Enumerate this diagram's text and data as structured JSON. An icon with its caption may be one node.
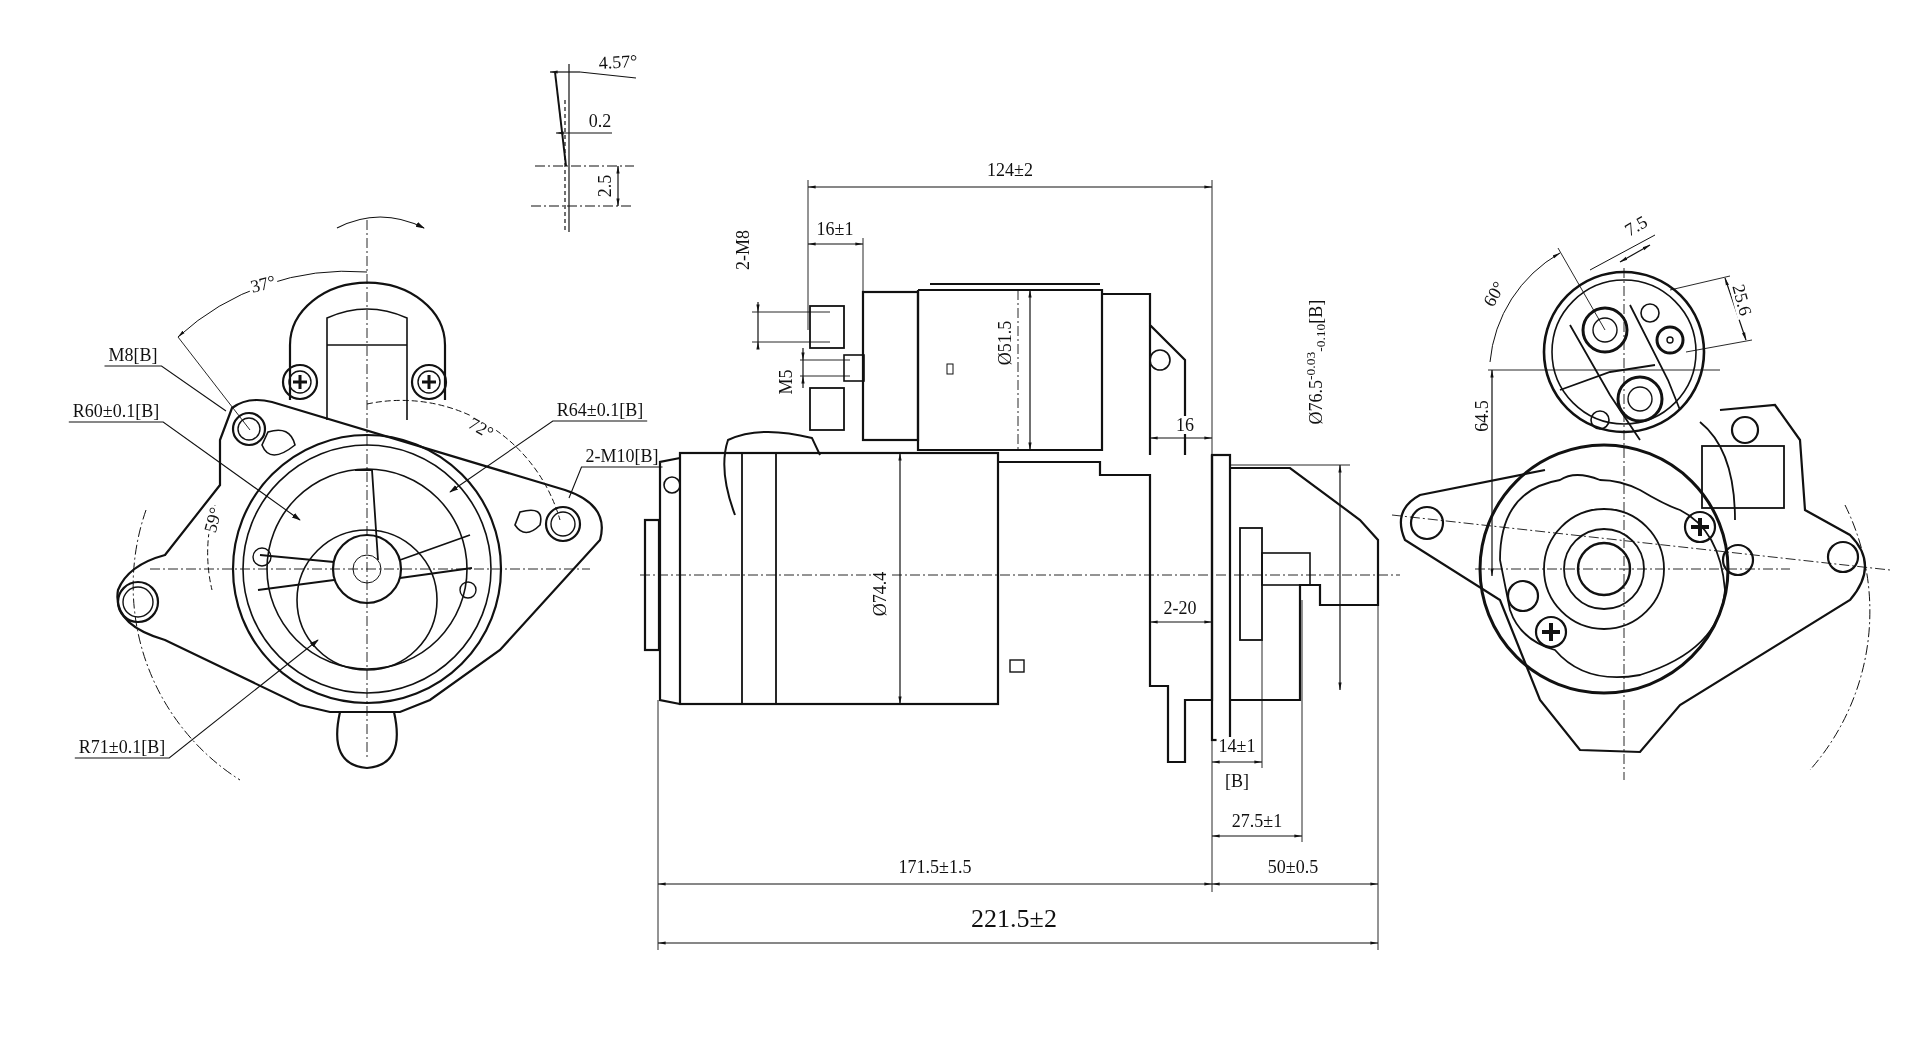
{
  "diagram": {
    "nodes": [
      {
        "text": [
          "M8[B]"
        ]
      },
      {
        "text": [
          "R60±0.1[B]"
        ]
      },
      {
        "text": [
          "R64±0.1[B]"
        ]
      },
      {
        "text": [
          "2-M10[B]"
        ]
      },
      {
        "text": [
          "R71±0.1[B]"
        ]
      }
    ],
    "edges": [
      {
        "from": 0,
        "to": null,
        "arrow": "none"
      },
      {
        "from": 1,
        "to": null,
        "arrow": "to"
      },
      {
        "from": 2,
        "to": null,
        "arrow": "to"
      },
      {
        "from": 3,
        "to": null,
        "arrow": "none"
      },
      {
        "from": 4,
        "to": null,
        "arrow": "to"
      }
    ],
    "labels": [
      "4.57°",
      "0.2",
      "2.5",
      "37°",
      "72°",
      "59°",
      "124±2",
      "16±1",
      "2-M8",
      "M5",
      "Ø51.5",
      "16",
      "Ø76.5$^{-0.03}$$_{-0.10}$[B]",
      "Ø74.4",
      "2-20",
      "14±1",
      "[B]",
      "27.5±1",
      "171.5±1.5",
      "50±0.5",
      "221.5±2",
      "60°",
      "7.5",
      "25.6",
      "64.5"
    ]
  }
}
